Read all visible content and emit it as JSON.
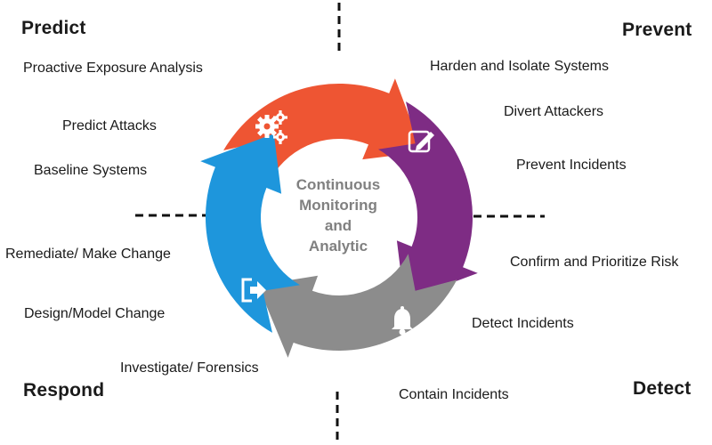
{
  "center": {
    "line1": "Continuous",
    "line2": "Monitoring",
    "line3": "and",
    "line4": "Analytic"
  },
  "quadrants": {
    "predict": {
      "title": "Predict",
      "color": "#EE5533",
      "icon": "gears-icon",
      "items": [
        "Proactive Exposure Analysis",
        "Predict Attacks",
        "Baseline Systems"
      ]
    },
    "prevent": {
      "title": "Prevent",
      "color": "#7E2C84",
      "icon": "edit-icon",
      "items": [
        "Harden and Isolate Systems",
        "Divert Attackers",
        "Prevent Incidents"
      ]
    },
    "detect": {
      "title": "Detect",
      "color": "#8C8C8C",
      "icon": "bell-icon",
      "items": [
        "Confirm and Prioritize Risk",
        "Detect Incidents",
        "Contain Incidents"
      ]
    },
    "respond": {
      "title": "Respond",
      "color": "#1E96DC",
      "icon": "sign-out-icon",
      "items": [
        "Remediate/ Make Change",
        "Design/Model Change",
        "Investigate/ Forensics"
      ]
    }
  }
}
